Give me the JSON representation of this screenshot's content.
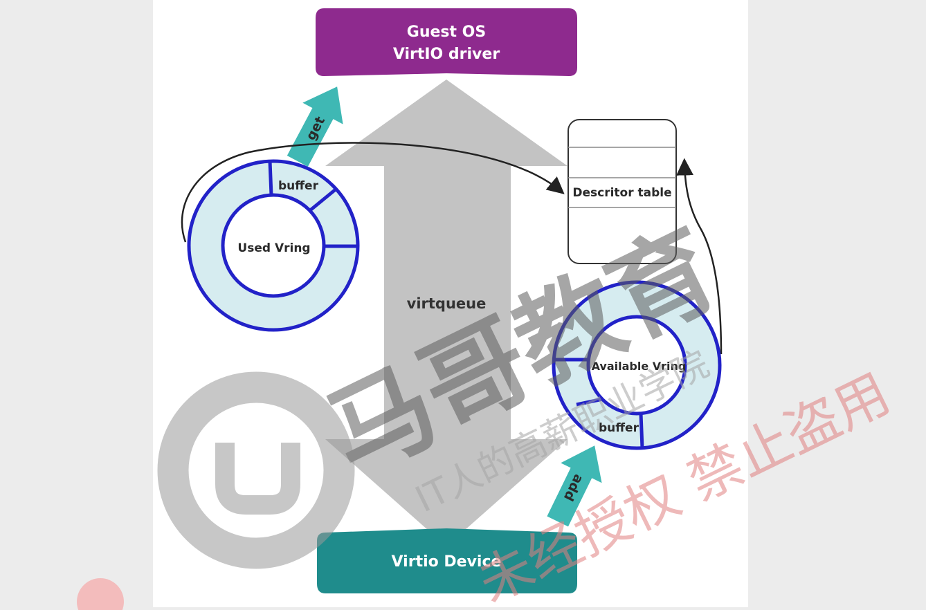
{
  "guest_box": {
    "line1": "Guest OS",
    "line2": "VirtIO driver",
    "color": "#8e2a8e"
  },
  "device_box": {
    "label": "Virtio Device",
    "color": "#1f8c8c"
  },
  "center_label": "virtqueue",
  "used_vring": {
    "label": "Used Vring",
    "buffer_label": "buffer"
  },
  "available_vring": {
    "label": "Available Vring",
    "buffer_label": "buffer"
  },
  "descriptor_table": {
    "label": "Descritor table"
  },
  "get_arrow": {
    "label": "get"
  },
  "add_arrow": {
    "label": "add"
  },
  "watermark": {
    "brand": "马哥教育",
    "slogan": "IT人的高薪职业学院",
    "notice": "未经授权 禁止盗用"
  },
  "colors": {
    "ring_stroke": "#2222c8",
    "ring_fill": "#d6ecf0",
    "big_arrow": "#c3c3c3",
    "teal_arrow": "#3fb8b4",
    "panel": "#ffffff",
    "background": "#ececec"
  }
}
